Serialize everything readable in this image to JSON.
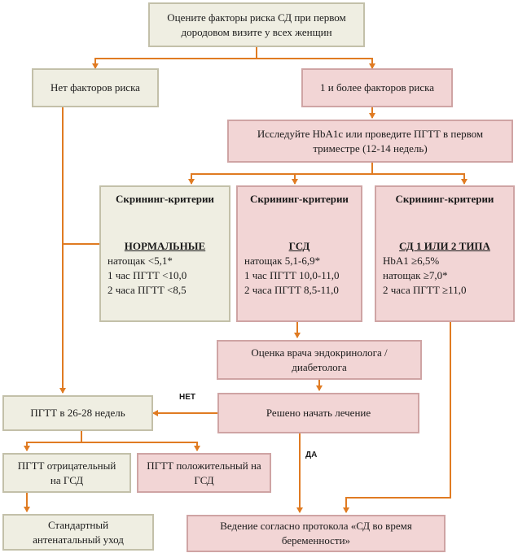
{
  "nodes": {
    "start": "Оцените факторы риска СД при первом дородовом визите у всех женщин",
    "no_risk": "Нет факторов риска",
    "risk": "1 и более факторов риска",
    "test": "Исследуйте HbA1c или проведите ПГТТ в первом триместре (12-14 недель)",
    "normal": {
      "header": "Скрининг-критерии",
      "status": "НОРМАЛЬНЫЕ",
      "lines": [
        "натощак <5,1*",
        "1 час ПГТТ <10,0",
        "2 часа ПГТТ <8,5"
      ]
    },
    "gdm": {
      "header": "Скрининг-критерии",
      "status": "ГСД",
      "lines": [
        "натощак 5,1-6,9*",
        "1 час ПГТТ 10,0-11,0",
        "2 часа ПГТТ 8,5-11,0"
      ]
    },
    "dm": {
      "header": "Скрининг-критерии",
      "status": "СД 1 ИЛИ 2 ТИПА",
      "lines": [
        "HbA1 ≥6,5%",
        "натощак ≥7,0*",
        "2 часа ПГТТ ≥11,0"
      ]
    },
    "endo": "Оценка врача эндокринолога / диабетолога",
    "ogtt_late": "ПГТТ в 26-28 недель",
    "decided": "Решено начать лечение",
    "ogtt_neg": "ПГТТ отрицательный на ГСД",
    "ogtt_pos": "ПГТТ положительный на ГСД",
    "standard": "Стандартный антенатальный уход",
    "protocol": "Ведение согласно протокола «СД во время беременности»"
  },
  "edge_labels": {
    "no": "НЕТ",
    "yes": "ДА"
  },
  "colors": {
    "arrow": "#e07b22",
    "neutral_fill": "#efeee2",
    "risk_fill": "#f2d5d5"
  }
}
